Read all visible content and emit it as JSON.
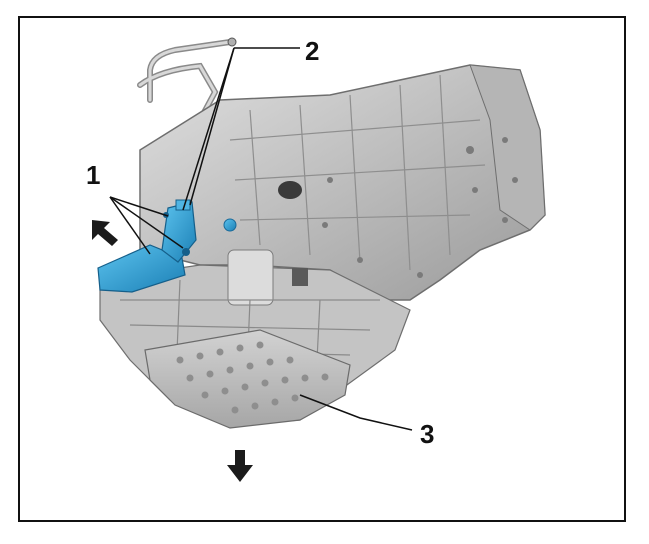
{
  "callouts": {
    "one": "1",
    "two": "2",
    "three": "3"
  },
  "colors": {
    "highlight": "#2a9fd6",
    "housing": "#c8c8c8",
    "line": "#111111"
  }
}
